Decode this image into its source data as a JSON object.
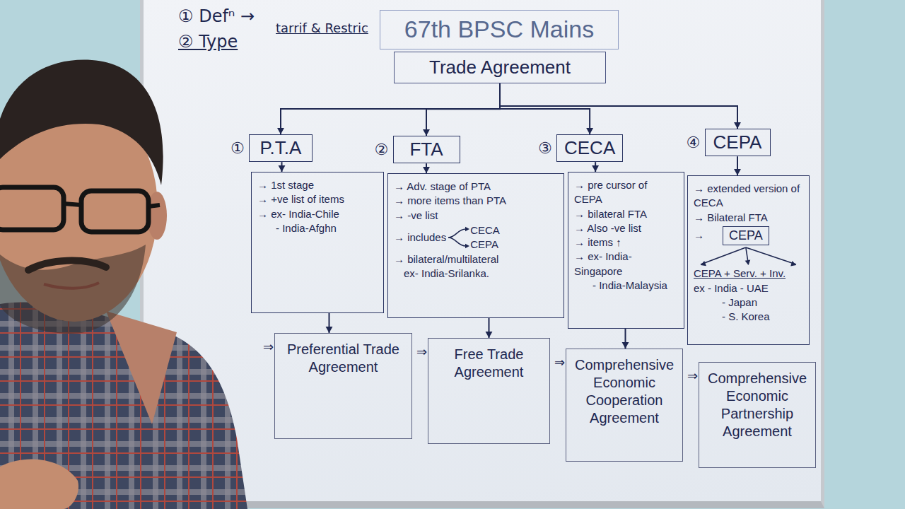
{
  "diagram": {
    "nodes": [
      {
        "text": [
          "67th BPSC Mains"
        ]
      },
      {
        "text": [
          "Trade Agreement"
        ]
      },
      {
        "text": [
          "P.T.A"
        ]
      },
      {
        "text": [
          "FTA"
        ]
      },
      {
        "text": [
          "CECA"
        ]
      },
      {
        "text": [
          "CEPA"
        ]
      },
      {
        "text": [
          "→ 1st stage",
          "→ +ve list of items",
          "→ ex- India-Chile",
          "- India-Afghn"
        ]
      },
      {
        "text": [
          "→ Adv. stage of PTA",
          "→ more items than PTA",
          "→ -ve list",
          "→ includes",
          "CECA",
          "CEPA",
          "→ bilateral/multilateral",
          "ex- India-Srilanka."
        ]
      },
      {
        "text": [
          "→ pre cursor of CEPA",
          "→ bilateral FTA",
          "→ Also -ve list",
          "→ items ↑",
          "→ ex- India-Singapore",
          "- India-Malaysia"
        ]
      },
      {
        "text": [
          "→ extended version of CECA",
          "→ Bilateral FTA",
          "→",
          "CEPA + Serv. + Inv.",
          "ex - India - UAE",
          "- Japan",
          "- S. Korea"
        ]
      },
      {
        "text": [
          "CEPA"
        ],
        "in": 9
      },
      {
        "text": [
          "Preferential Trade Agreement"
        ]
      },
      {
        "text": [
          "Free Trade Agreement"
        ]
      },
      {
        "text": [
          "Comprehensive Economic Cooperation Agreement"
        ]
      },
      {
        "text": [
          "Comprehensive Economic Partnership Agreement"
        ]
      }
    ],
    "edges": [
      {
        "from": 1,
        "to": 2,
        "arrow": "to"
      },
      {
        "from": 1,
        "to": 3,
        "arrow": "to"
      },
      {
        "from": 1,
        "to": 4,
        "arrow": "to"
      },
      {
        "from": 1,
        "to": 5,
        "arrow": "to"
      },
      {
        "from": 2,
        "to": 6,
        "arrow": "to"
      },
      {
        "from": 3,
        "to": 7,
        "arrow": "to"
      },
      {
        "from": 4,
        "to": 8,
        "arrow": "to"
      },
      {
        "from": 5,
        "to": 9,
        "arrow": "to"
      },
      {
        "from": 6,
        "to": 11,
        "arrow": "to"
      },
      {
        "from": 7,
        "to": 12,
        "arrow": "to"
      },
      {
        "from": 8,
        "to": 13,
        "arrow": "to"
      }
    ],
    "labels": [
      "① Defⁿ →",
      "② Type",
      "tarrif & Restric",
      "①",
      "②",
      "③",
      "④",
      "⇒",
      "⇒",
      "⇒",
      "⇒"
    ]
  }
}
